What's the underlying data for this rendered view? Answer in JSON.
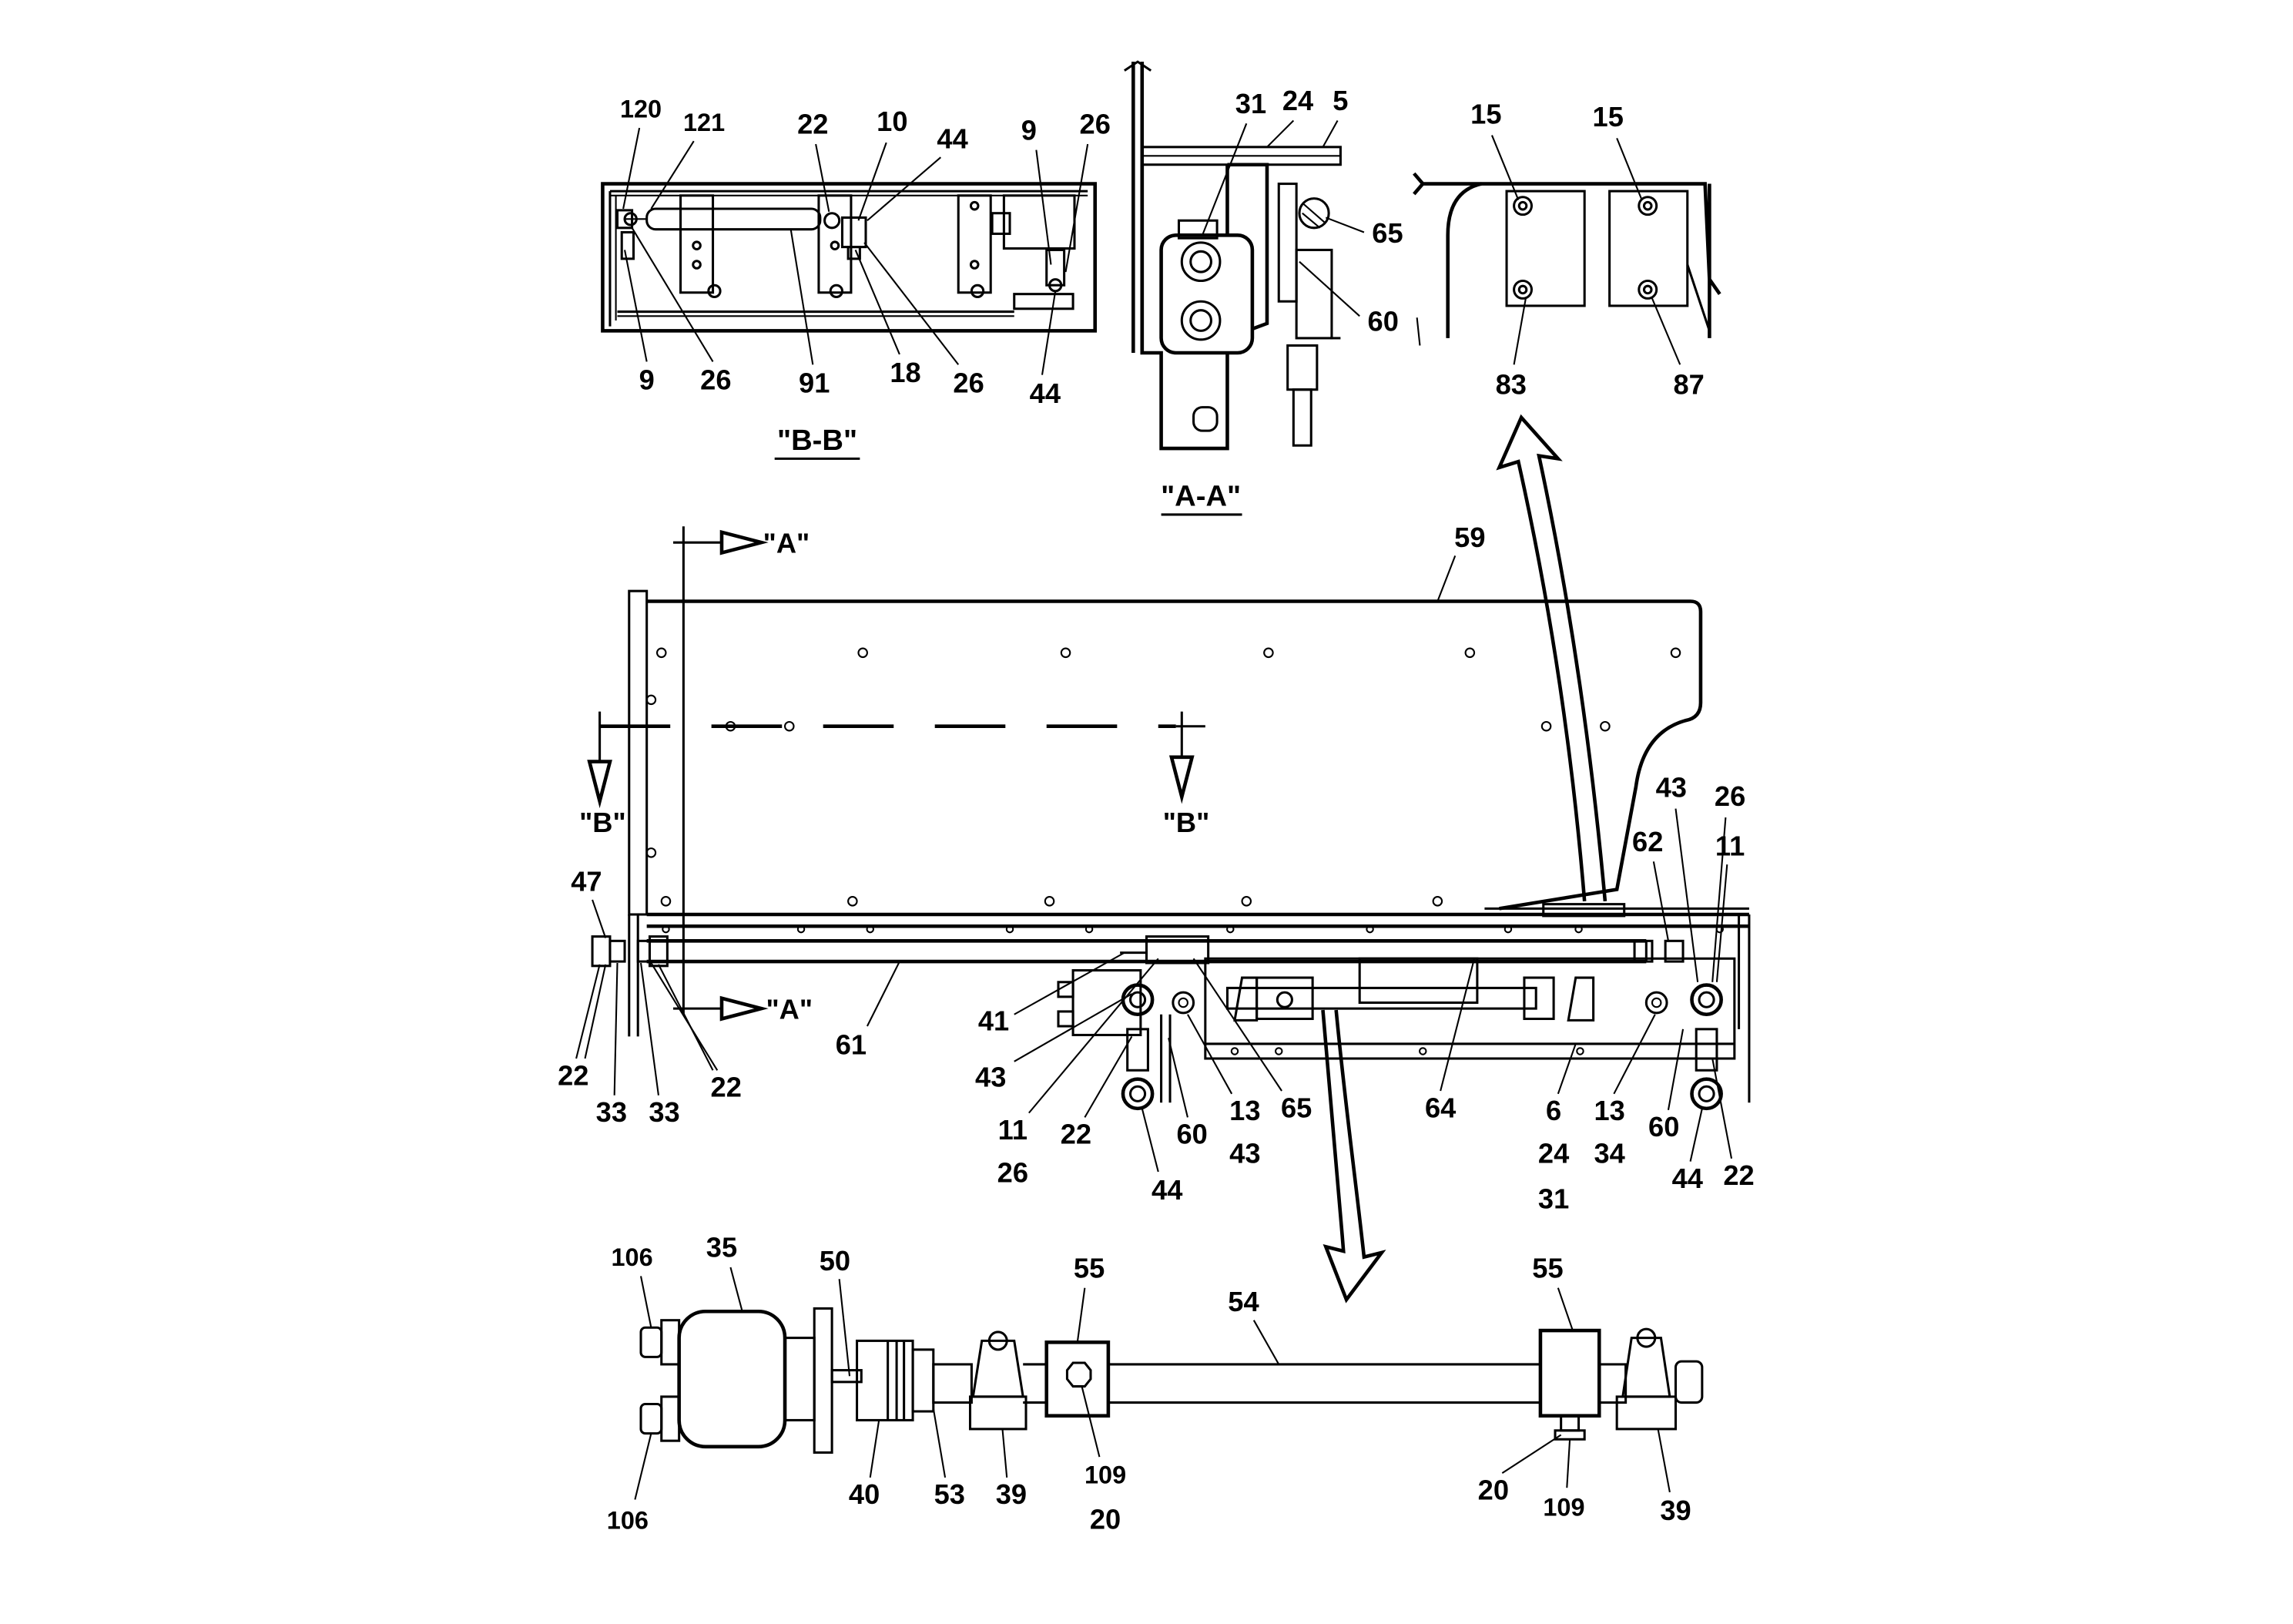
{
  "view_labels": {
    "bb": "\"B-B\"",
    "aa": "\"A-A\"",
    "a_top": "\"A\"",
    "a_bottom": "\"A\"",
    "b_left": "\"B\"",
    "b_right": "\"B\""
  },
  "bb_callouts": [
    {
      "id": "bb-120",
      "text": "120"
    },
    {
      "id": "bb-121",
      "text": "121"
    },
    {
      "id": "bb-22",
      "text": "22"
    },
    {
      "id": "bb-10",
      "text": "10"
    },
    {
      "id": "bb-44a",
      "text": "44"
    },
    {
      "id": "bb-9a",
      "text": "9"
    },
    {
      "id": "bb-26a",
      "text": "26"
    },
    {
      "id": "bb-9b",
      "text": "9"
    },
    {
      "id": "bb-26b",
      "text": "26"
    },
    {
      "id": "bb-91",
      "text": "91"
    },
    {
      "id": "bb-18",
      "text": "18"
    },
    {
      "id": "bb-26c",
      "text": "26"
    },
    {
      "id": "bb-44b",
      "text": "44"
    }
  ],
  "aa_callouts": [
    {
      "id": "aa-31",
      "text": "31"
    },
    {
      "id": "aa-24",
      "text": "24"
    },
    {
      "id": "aa-5",
      "text": "5"
    },
    {
      "id": "aa-65",
      "text": "65"
    },
    {
      "id": "aa-60",
      "text": "60"
    }
  ],
  "detail_callouts": [
    {
      "id": "dt-15a",
      "text": "15"
    },
    {
      "id": "dt-15b",
      "text": "15"
    },
    {
      "id": "dt-83",
      "text": "83"
    },
    {
      "id": "dt-87",
      "text": "87"
    }
  ],
  "main_callouts": [
    {
      "id": "m-59",
      "text": "59"
    },
    {
      "id": "m-47",
      "text": "47"
    },
    {
      "id": "m-61",
      "text": "61"
    },
    {
      "id": "m-22a",
      "text": "22"
    },
    {
      "id": "m-33a",
      "text": "33"
    },
    {
      "id": "m-33b",
      "text": "33"
    },
    {
      "id": "m-22b",
      "text": "22"
    },
    {
      "id": "m-41",
      "text": "41"
    },
    {
      "id": "m-43a",
      "text": "43"
    },
    {
      "id": "m-11a",
      "text": "11"
    },
    {
      "id": "m-26a",
      "text": "26"
    },
    {
      "id": "m-22c",
      "text": "22"
    },
    {
      "id": "m-44a",
      "text": "44"
    },
    {
      "id": "m-60a",
      "text": "60"
    },
    {
      "id": "m-13a",
      "text": "13"
    },
    {
      "id": "m-43b",
      "text": "43"
    },
    {
      "id": "m-65",
      "text": "65"
    },
    {
      "id": "m-64",
      "text": "64"
    },
    {
      "id": "m-6",
      "text": "6"
    },
    {
      "id": "m-24",
      "text": "24"
    },
    {
      "id": "m-31",
      "text": "31"
    },
    {
      "id": "m-13b",
      "text": "13"
    },
    {
      "id": "m-34",
      "text": "34"
    },
    {
      "id": "m-60b",
      "text": "60"
    },
    {
      "id": "m-44b",
      "text": "44"
    },
    {
      "id": "m-22d",
      "text": "22"
    },
    {
      "id": "m-43c",
      "text": "43"
    },
    {
      "id": "m-26b",
      "text": "26"
    },
    {
      "id": "m-62",
      "text": "62"
    },
    {
      "id": "m-11b",
      "text": "11"
    }
  ],
  "shaft_callouts": [
    {
      "id": "s-106a",
      "text": "106"
    },
    {
      "id": "s-35",
      "text": "35"
    },
    {
      "id": "s-50",
      "text": "50"
    },
    {
      "id": "s-55a",
      "text": "55"
    },
    {
      "id": "s-54",
      "text": "54"
    },
    {
      "id": "s-55b",
      "text": "55"
    },
    {
      "id": "s-106b",
      "text": "106"
    },
    {
      "id": "s-40",
      "text": "40"
    },
    {
      "id": "s-53",
      "text": "53"
    },
    {
      "id": "s-39a",
      "text": "39"
    },
    {
      "id": "s-109a",
      "text": "109"
    },
    {
      "id": "s-20a",
      "text": "20"
    },
    {
      "id": "s-20b",
      "text": "20"
    },
    {
      "id": "s-109b",
      "text": "109"
    },
    {
      "id": "s-39b",
      "text": "39"
    }
  ]
}
